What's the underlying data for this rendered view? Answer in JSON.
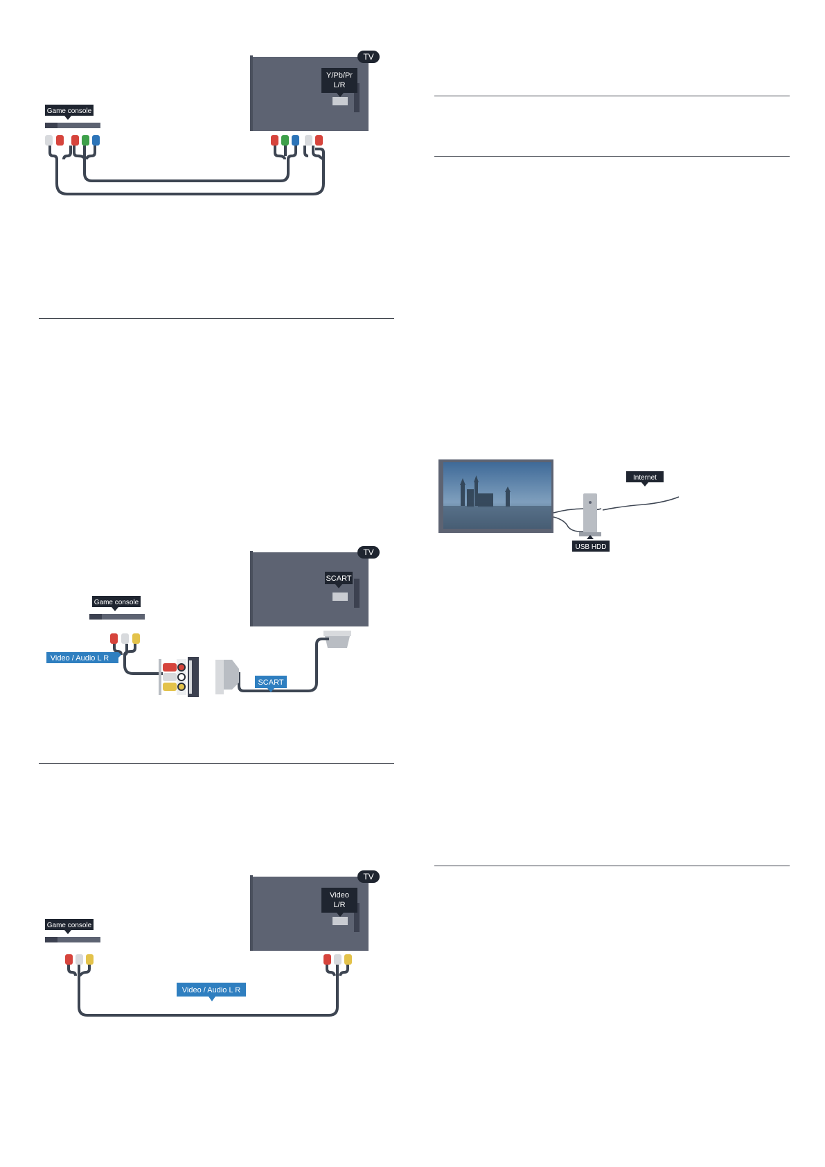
{
  "colors": {
    "tv_body": "#5d6372",
    "cable": "#3d4552",
    "label_dark": "#1f2530",
    "label_blue": "#2f7fc0",
    "plug_red": "#d6443c",
    "plug_green": "#3ea04a",
    "plug_blue": "#2c74b8",
    "plug_white": "#d8dadd",
    "plug_yellow": "#e3c24a"
  },
  "figure_component": {
    "tv_badge": "TV",
    "port_label_line1": "Y/Pb/Pr",
    "port_label_line2": "L/R",
    "device_label": "Game console"
  },
  "figure_scart": {
    "tv_badge": "TV",
    "port_label": "SCART",
    "device_label": "Game console",
    "cable_label_left": "Video / Audio L R",
    "cable_label_scart": "SCART"
  },
  "figure_composite": {
    "tv_badge": "TV",
    "port_label_line1": "Video",
    "port_label_line2": "L/R",
    "device_label": "Game console",
    "cable_label": "Video / Audio L R"
  },
  "figure_usb": {
    "internet_label": "Internet",
    "hdd_label": "USB HDD"
  }
}
